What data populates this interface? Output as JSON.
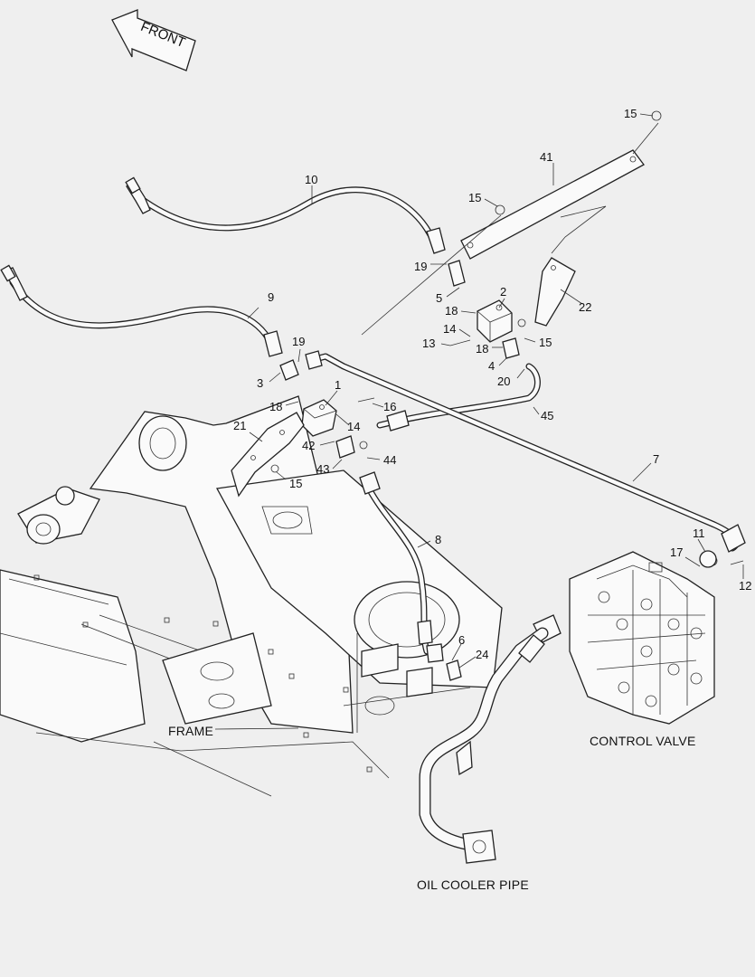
{
  "front_label": "FRONT",
  "captions": {
    "frame": "FRAME",
    "control_valve": "CONTROL VALVE",
    "oil_cooler_pipe": "OIL COOLER PIPE"
  },
  "callouts": {
    "c15a": "15",
    "c41": "41",
    "c10": "10",
    "c15b": "15",
    "c19a": "19",
    "c2": "2",
    "c5": "5",
    "c22": "22",
    "c18a": "18",
    "c9": "9",
    "c14a": "14",
    "c15c": "15",
    "c13": "13",
    "c18b": "18",
    "c19b": "19",
    "c4": "4",
    "c20": "20",
    "c3": "3",
    "c1": "1",
    "c18c": "18",
    "c16": "16",
    "c45": "45",
    "c14b": "14",
    "c21": "21",
    "c42": "42",
    "c44": "44",
    "c43": "43",
    "c15d": "15",
    "c7": "7",
    "c8": "8",
    "c11": "11",
    "c17": "17",
    "c12": "12",
    "c6": "6",
    "c24": "24"
  }
}
